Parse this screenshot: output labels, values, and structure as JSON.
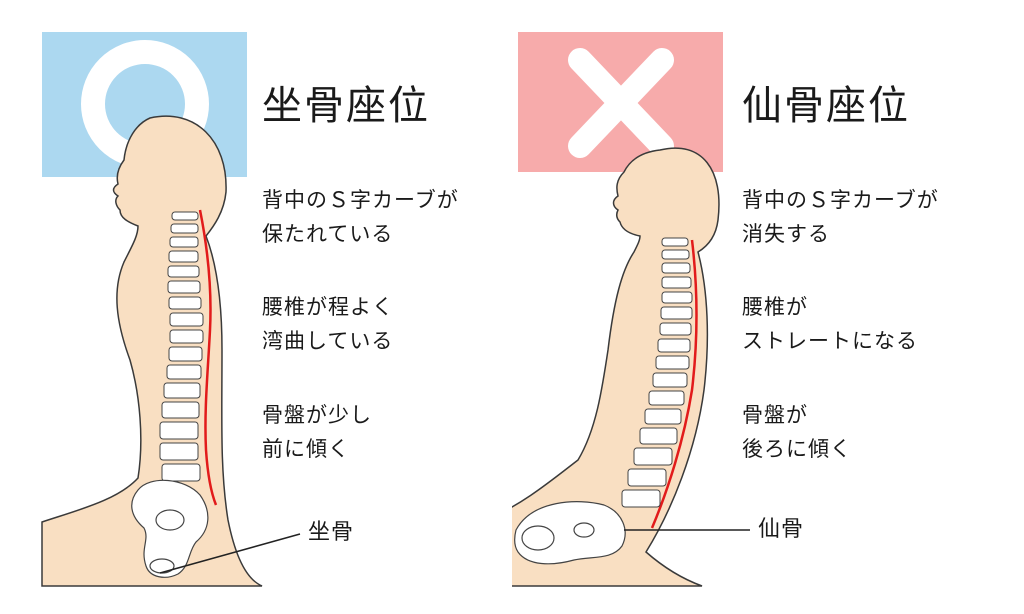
{
  "colors": {
    "good_bg": "#acd8f0",
    "bad_bg": "#f7abab",
    "skin": "#f9dfc2",
    "outline": "#3a3a3a",
    "spine_line": "#e21b1b"
  },
  "left": {
    "mark": "circle-mark",
    "title": "坐骨座位",
    "points": [
      "背中のＳ字カーブが\n保たれている",
      "腰椎が程よく\n湾曲している",
      "骨盤が少し\n前に傾く"
    ],
    "callout": "坐骨"
  },
  "right": {
    "mark": "cross-mark",
    "title": "仙骨座位",
    "points": [
      "背中のＳ字カーブが\n消失する",
      "腰椎が\nストレートになる",
      "骨盤が\n後ろに傾く"
    ],
    "callout": "仙骨"
  }
}
